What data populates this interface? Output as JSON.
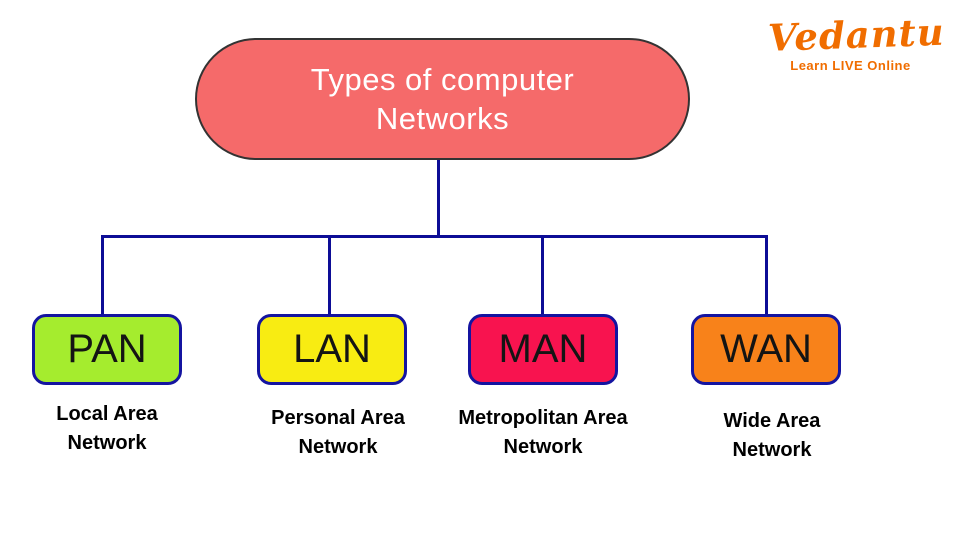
{
  "logo": {
    "brand": "Vedantu",
    "tagline": "Learn LIVE Online",
    "color": "#F06D00"
  },
  "diagram": {
    "root": {
      "title_line1": "Types of computer",
      "title_line2": "Networks",
      "fill": "#F56A6A",
      "border_color": "#333333",
      "text_color": "#FFFFFF"
    },
    "connector": {
      "color": "#0D0D96"
    },
    "node_border_color": "#1414A0",
    "nodes": [
      {
        "abbr": "PAN",
        "label_line1": "Local Area",
        "label_line2": "Network",
        "fill": "#A5EC2E"
      },
      {
        "abbr": "LAN",
        "label_line1": "Personal Area",
        "label_line2": "Network",
        "fill": "#F8EC12"
      },
      {
        "abbr": "MAN",
        "label_line1": "Metropolitan Area",
        "label_line2": "Network",
        "fill": "#F8134F"
      },
      {
        "abbr": "WAN",
        "label_line1": "Wide Area",
        "label_line2": "Network",
        "fill": "#F8821A"
      }
    ]
  }
}
